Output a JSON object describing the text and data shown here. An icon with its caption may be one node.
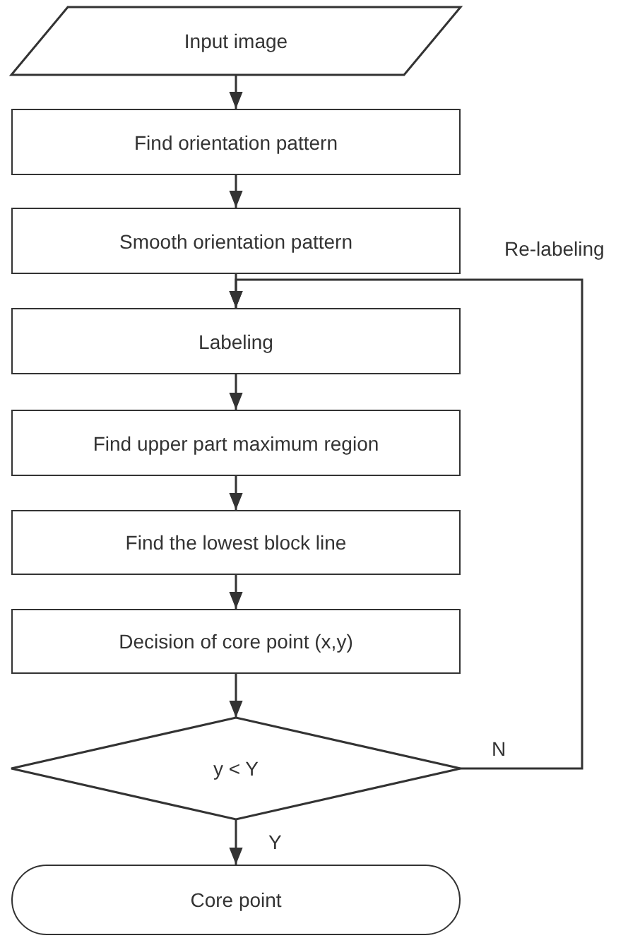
{
  "diagram": {
    "nodes": [
      {
        "text": [
          "Input image"
        ]
      },
      {
        "text": [
          "Find orientation pattern"
        ]
      },
      {
        "text": [
          "Smooth orientation pattern"
        ]
      },
      {
        "text": [
          "Labeling"
        ]
      },
      {
        "text": [
          "Find upper part maximum region"
        ]
      },
      {
        "text": [
          "Find the lowest block line"
        ]
      },
      {
        "text": [
          "Decision of core point (x,y)"
        ]
      },
      {
        "text": [
          "y < Y"
        ]
      },
      {
        "text": [
          "Core point"
        ]
      }
    ],
    "edges": [
      {
        "from": 0,
        "to": 1,
        "arrow": "to"
      },
      {
        "from": 1,
        "to": 2,
        "arrow": "to"
      },
      {
        "from": 2,
        "to": 3,
        "arrow": "to"
      },
      {
        "from": 3,
        "to": 4,
        "arrow": "to"
      },
      {
        "from": 4,
        "to": 5,
        "arrow": "to"
      },
      {
        "from": 5,
        "to": 6,
        "arrow": "to"
      },
      {
        "from": 6,
        "to": 7,
        "arrow": "to"
      },
      {
        "from": 7,
        "to": 8,
        "arrow": "to",
        "label": "Y"
      },
      {
        "from": 7,
        "to": 3,
        "arrow": "to",
        "label": "N"
      }
    ],
    "labels": [
      "Re-labeling"
    ]
  }
}
